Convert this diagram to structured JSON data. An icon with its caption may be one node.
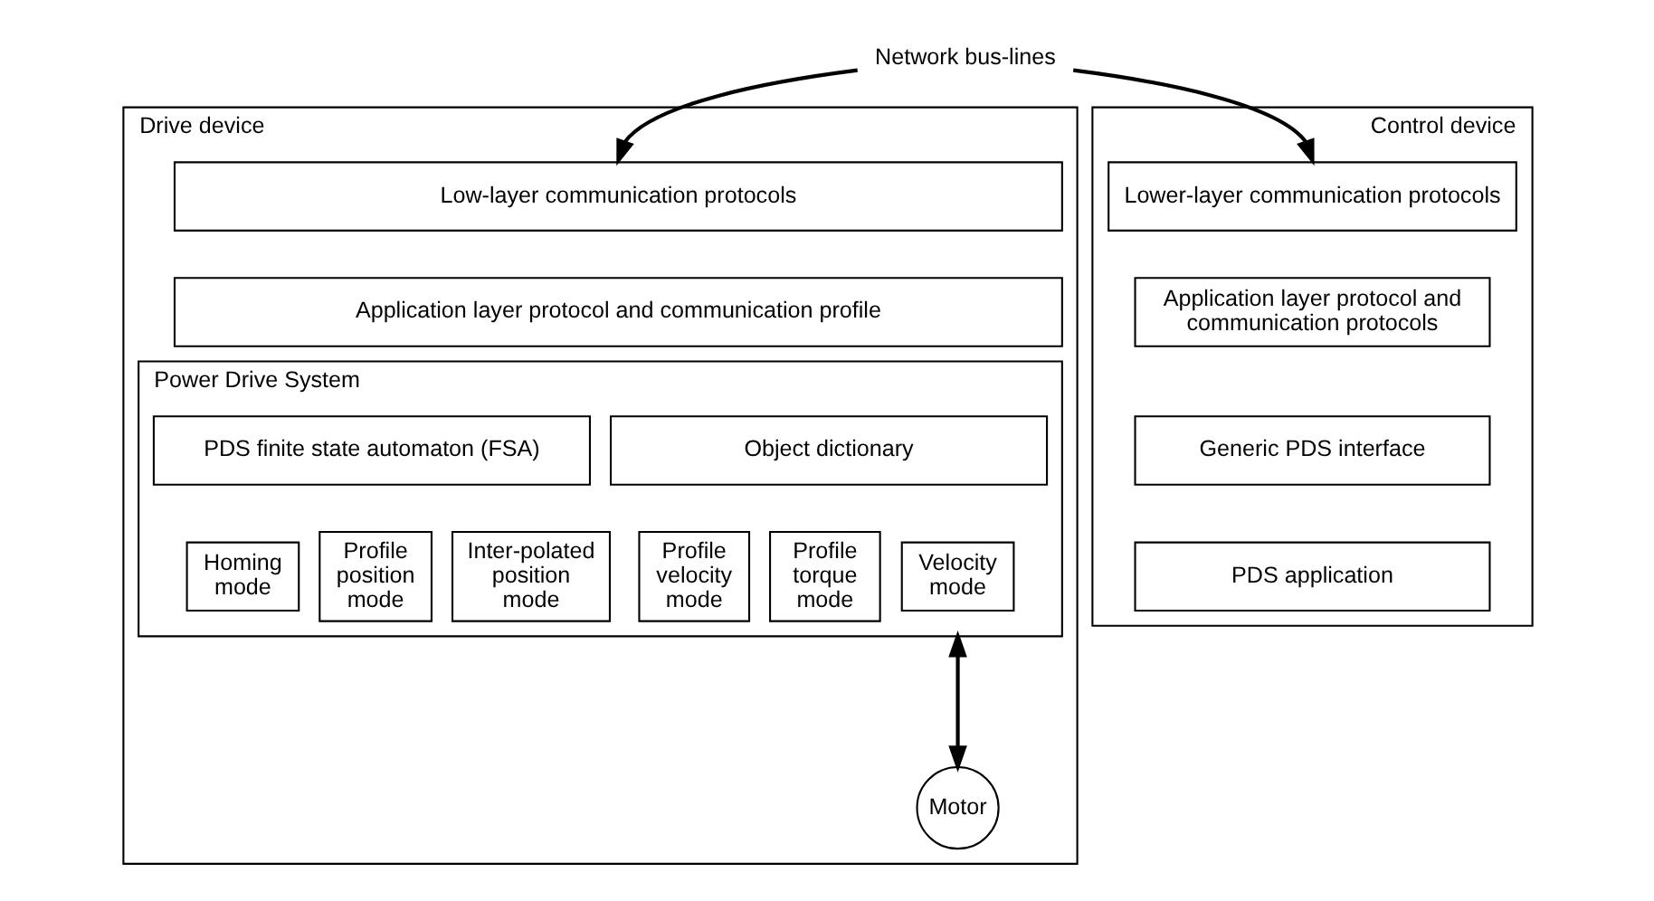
{
  "diagram": {
    "nodes": [
      {
        "text": [
          "Network bus-lines"
        ]
      },
      {
        "text": [
          "Drive device"
        ]
      },
      {
        "text": [
          "Low-layer communication protocols"
        ],
        "in": 1
      },
      {
        "text": [
          "Application layer protocol and communication profile"
        ],
        "in": 1
      },
      {
        "text": [
          "Power Drive System"
        ],
        "in": 1
      },
      {
        "text": [
          "PDS finite state automaton (FSA)"
        ],
        "in": 4
      },
      {
        "text": [
          "Object dictionary"
        ],
        "in": 4
      },
      {
        "text": [
          "Homing mode"
        ],
        "in": 4
      },
      {
        "text": [
          "Profile position mode"
        ],
        "in": 4
      },
      {
        "text": [
          "Inter-polated position mode"
        ],
        "in": 4
      },
      {
        "text": [
          "Profile velocity mode"
        ],
        "in": 4
      },
      {
        "text": [
          "Profile torque mode"
        ],
        "in": 4
      },
      {
        "text": [
          "Velocity mode"
        ],
        "in": 4
      },
      {
        "text": [
          "Motor"
        ],
        "in": 1
      },
      {
        "text": [
          "Control device"
        ]
      },
      {
        "text": [
          "Lower-layer communication protocols"
        ],
        "in": 14
      },
      {
        "text": [
          "Application layer protocol and communication protocols"
        ],
        "in": 14
      },
      {
        "text": [
          "Generic PDS interface"
        ],
        "in": 14
      },
      {
        "text": [
          "PDS application"
        ],
        "in": 14
      }
    ],
    "edges": [
      {
        "from": 0,
        "to": 2,
        "arrow": "to"
      },
      {
        "from": 0,
        "to": 15,
        "arrow": "to"
      },
      {
        "from": 4,
        "to": 13,
        "arrow": "both"
      }
    ]
  }
}
